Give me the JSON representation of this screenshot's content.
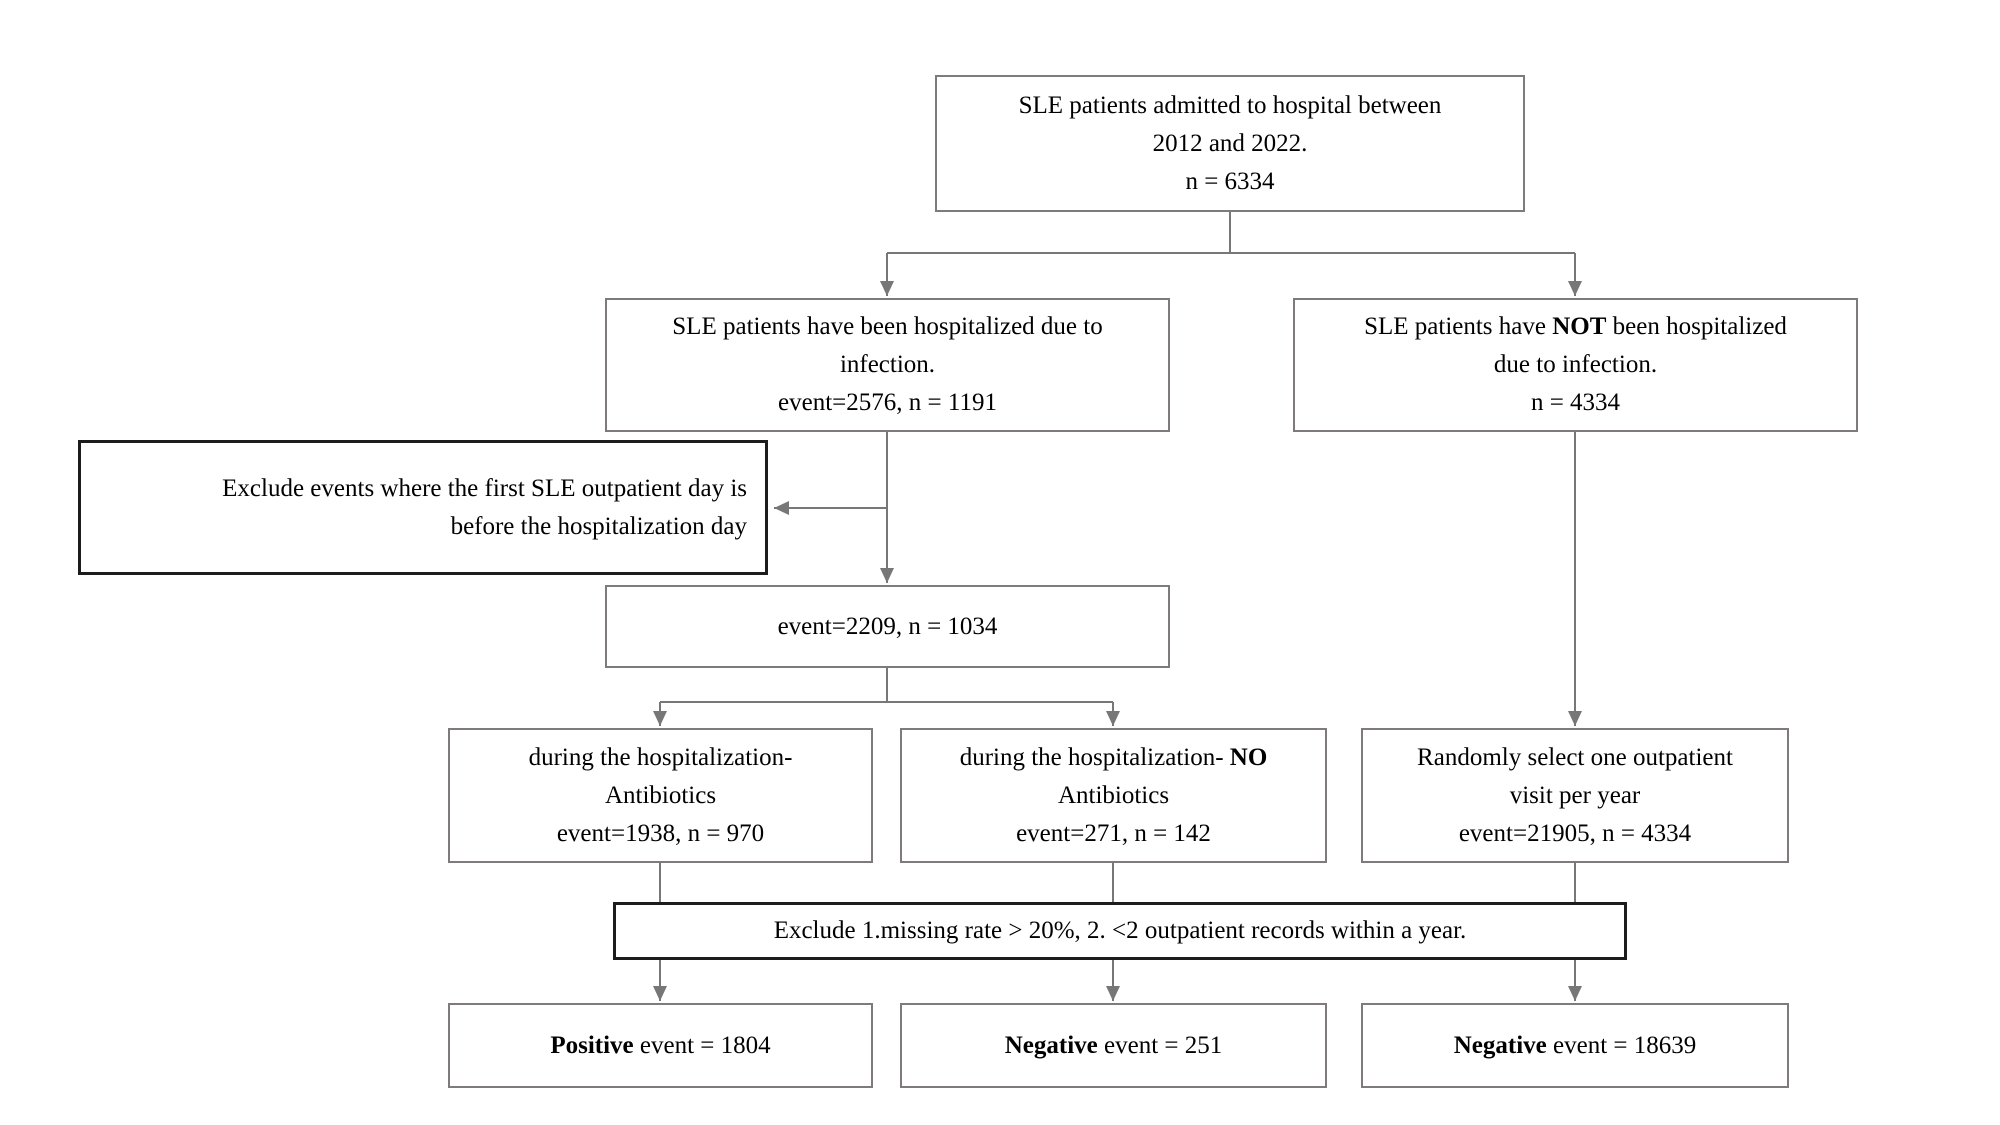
{
  "colors": {
    "background": "#ffffff",
    "text": "#000000",
    "box_border": "#7e7a7e",
    "exclude_border": "#1c1c1c",
    "connector": "#777777"
  },
  "nodes": {
    "admitted": {
      "lines": [
        [
          {
            "text": "SLE patients admitted to hospital between"
          }
        ],
        [
          {
            "text": "2012 and 2022."
          }
        ],
        [
          {
            "text": "n = 6334"
          }
        ]
      ]
    },
    "hospitalized_infection": {
      "lines": [
        [
          {
            "text": "SLE patients have been hospitalized due to"
          }
        ],
        [
          {
            "text": "infection."
          }
        ],
        [
          {
            "text": "event=2576, n = 1191"
          }
        ]
      ]
    },
    "not_hospitalized_infection": {
      "lines": [
        [
          {
            "text": "SLE patients have "
          },
          {
            "text": "NOT",
            "bold": true
          },
          {
            "text": " been hospitalized"
          }
        ],
        [
          {
            "text": "due to infection."
          }
        ],
        [
          {
            "text": "n = 4334"
          }
        ]
      ]
    },
    "exclude_outpatient_before_hospitalization": {
      "lines": [
        [
          {
            "text": "Exclude events where the first SLE outpatient day is"
          }
        ],
        [
          {
            "text": "before the hospitalization day"
          }
        ]
      ]
    },
    "after_exclusion": {
      "lines": [
        [
          {
            "text": "event=2209, n = 1034"
          }
        ]
      ]
    },
    "antibiotics": {
      "lines": [
        [
          {
            "text": "during the hospitalization-"
          }
        ],
        [
          {
            "text": "Antibiotics"
          }
        ],
        [
          {
            "text": "event=1938, n = 970"
          }
        ]
      ]
    },
    "no_antibiotics": {
      "lines": [
        [
          {
            "text": "during the hospitalization- "
          },
          {
            "text": "NO",
            "bold": true
          }
        ],
        [
          {
            "text": "Antibiotics"
          }
        ],
        [
          {
            "text": "event=271, n = 142"
          }
        ]
      ]
    },
    "random_outpatient": {
      "lines": [
        [
          {
            "text": "Randomly select one outpatient"
          }
        ],
        [
          {
            "text": "visit per year"
          }
        ],
        [
          {
            "text": "event=21905, n = 4334"
          }
        ]
      ]
    },
    "exclude_missing_rate": {
      "lines": [
        [
          {
            "text": "Exclude 1.missing rate > 20%, 2. <2 outpatient records within a year."
          }
        ]
      ]
    },
    "positive_event": {
      "lines": [
        [
          {
            "text": "Positive",
            "bold": true
          },
          {
            "text": " event = 1804"
          }
        ]
      ]
    },
    "negative_event_no_antibiotics": {
      "lines": [
        [
          {
            "text": "Negative",
            "bold": true
          },
          {
            "text": " event = 251"
          }
        ]
      ]
    },
    "negative_event_random": {
      "lines": [
        [
          {
            "text": "Negative",
            "bold": true
          },
          {
            "text": " event = 18639"
          }
        ]
      ]
    }
  }
}
